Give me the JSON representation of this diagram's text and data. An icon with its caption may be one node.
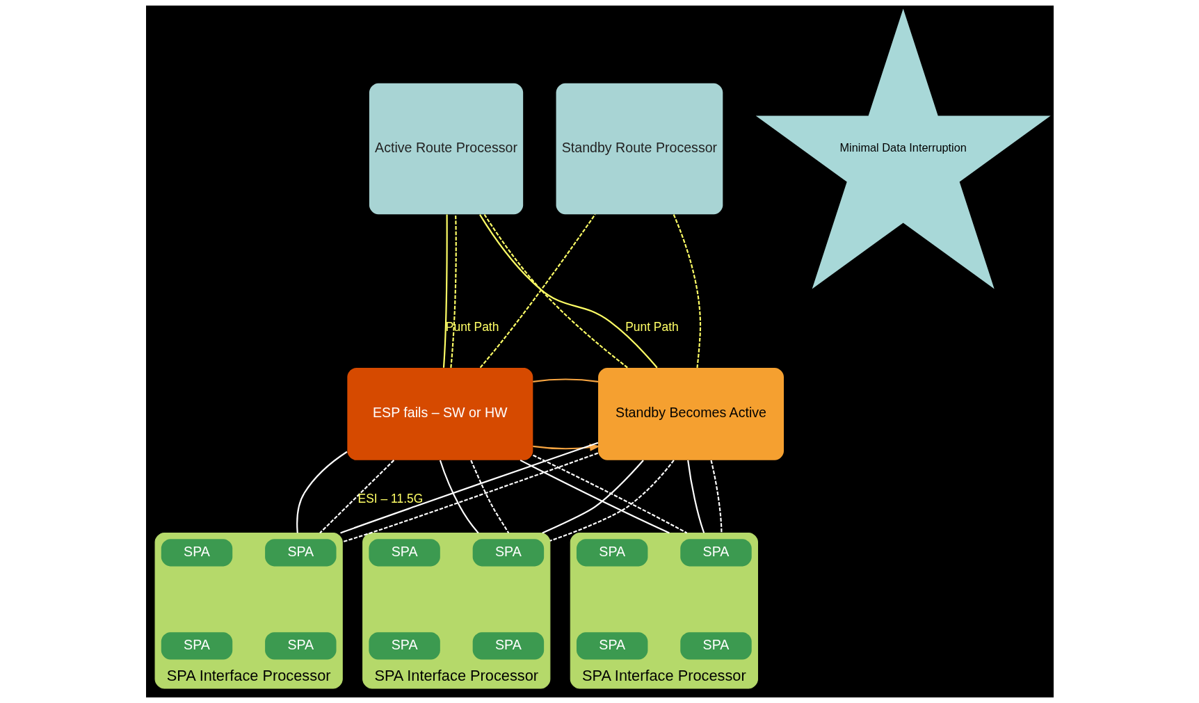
{
  "diagram": {
    "nodes": [
      {
        "text": [
          "Active Route Processor"
        ]
      },
      {
        "text": [
          "Standby Route Processor"
        ]
      },
      {
        "text": [
          "Minimal Data Interruption"
        ]
      },
      {
        "text": [
          "ESP fails – SW or HW"
        ]
      },
      {
        "text": [
          "Standby Becomes Active"
        ]
      },
      {
        "text": [
          "SPA Interface Processor"
        ]
      },
      {
        "text": [
          "SPA"
        ],
        "in": 5
      },
      {
        "text": [
          "SPA"
        ],
        "in": 5
      },
      {
        "text": [
          "SPA"
        ],
        "in": 5
      },
      {
        "text": [
          "SPA"
        ],
        "in": 5
      },
      {
        "text": [
          "SPA Interface Processor"
        ]
      },
      {
        "text": [
          "SPA"
        ],
        "in": 10
      },
      {
        "text": [
          "SPA"
        ],
        "in": 10
      },
      {
        "text": [
          "SPA"
        ],
        "in": 10
      },
      {
        "text": [
          "SPA"
        ],
        "in": 10
      },
      {
        "text": [
          "SPA Interface Processor"
        ]
      },
      {
        "text": [
          "SPA"
        ],
        "in": 15
      },
      {
        "text": [
          "SPA"
        ],
        "in": 15
      },
      {
        "text": [
          "SPA"
        ],
        "in": 15
      },
      {
        "text": [
          "SPA"
        ],
        "in": 15
      }
    ],
    "edges": [
      {
        "from": 3,
        "to": 4,
        "arrow": "to",
        "color": "#f7a542"
      },
      {
        "from": 3,
        "to": 4,
        "arrow": "none",
        "color": "#f7a542"
      },
      {
        "from": 3,
        "to": 0,
        "arrow": "none",
        "label": "Punt Path",
        "color": "#ffff66"
      },
      {
        "from": 3,
        "to": 0,
        "arrow": "none",
        "style": "dashed",
        "color": "#ffff66"
      },
      {
        "from": 3,
        "to": 1,
        "arrow": "none",
        "style": "dashed",
        "color": "#ffff66"
      },
      {
        "from": 0,
        "to": 4,
        "arrow": "none",
        "label": "Punt Path",
        "color": "#ffff66"
      },
      {
        "from": 0,
        "to": 4,
        "arrow": "none",
        "style": "dashed",
        "color": "#ffff66"
      },
      {
        "from": 1,
        "to": 4,
        "arrow": "none",
        "style": "dashed",
        "color": "#ffff66"
      },
      {
        "from": 3,
        "to": 5,
        "arrow": "none"
      },
      {
        "from": 3,
        "to": 5,
        "arrow": "none",
        "style": "dashed"
      },
      {
        "from": 3,
        "to": 10,
        "arrow": "none"
      },
      {
        "from": 3,
        "to": 10,
        "arrow": "none",
        "style": "dashed"
      },
      {
        "from": 3,
        "to": 15,
        "arrow": "none"
      },
      {
        "from": 3,
        "to": 15,
        "arrow": "none",
        "style": "dashed",
        "label": "ESI – 11.5G"
      },
      {
        "from": 4,
        "to": 5,
        "arrow": "none"
      },
      {
        "from": 4,
        "to": 5,
        "arrow": "none",
        "style": "dashed"
      },
      {
        "from": 4,
        "to": 10,
        "arrow": "none"
      },
      {
        "from": 4,
        "to": 10,
        "arrow": "none",
        "style": "dashed"
      },
      {
        "from": 4,
        "to": 15,
        "arrow": "none"
      },
      {
        "from": 4,
        "to": 15,
        "arrow": "none",
        "style": "dashed"
      }
    ]
  }
}
